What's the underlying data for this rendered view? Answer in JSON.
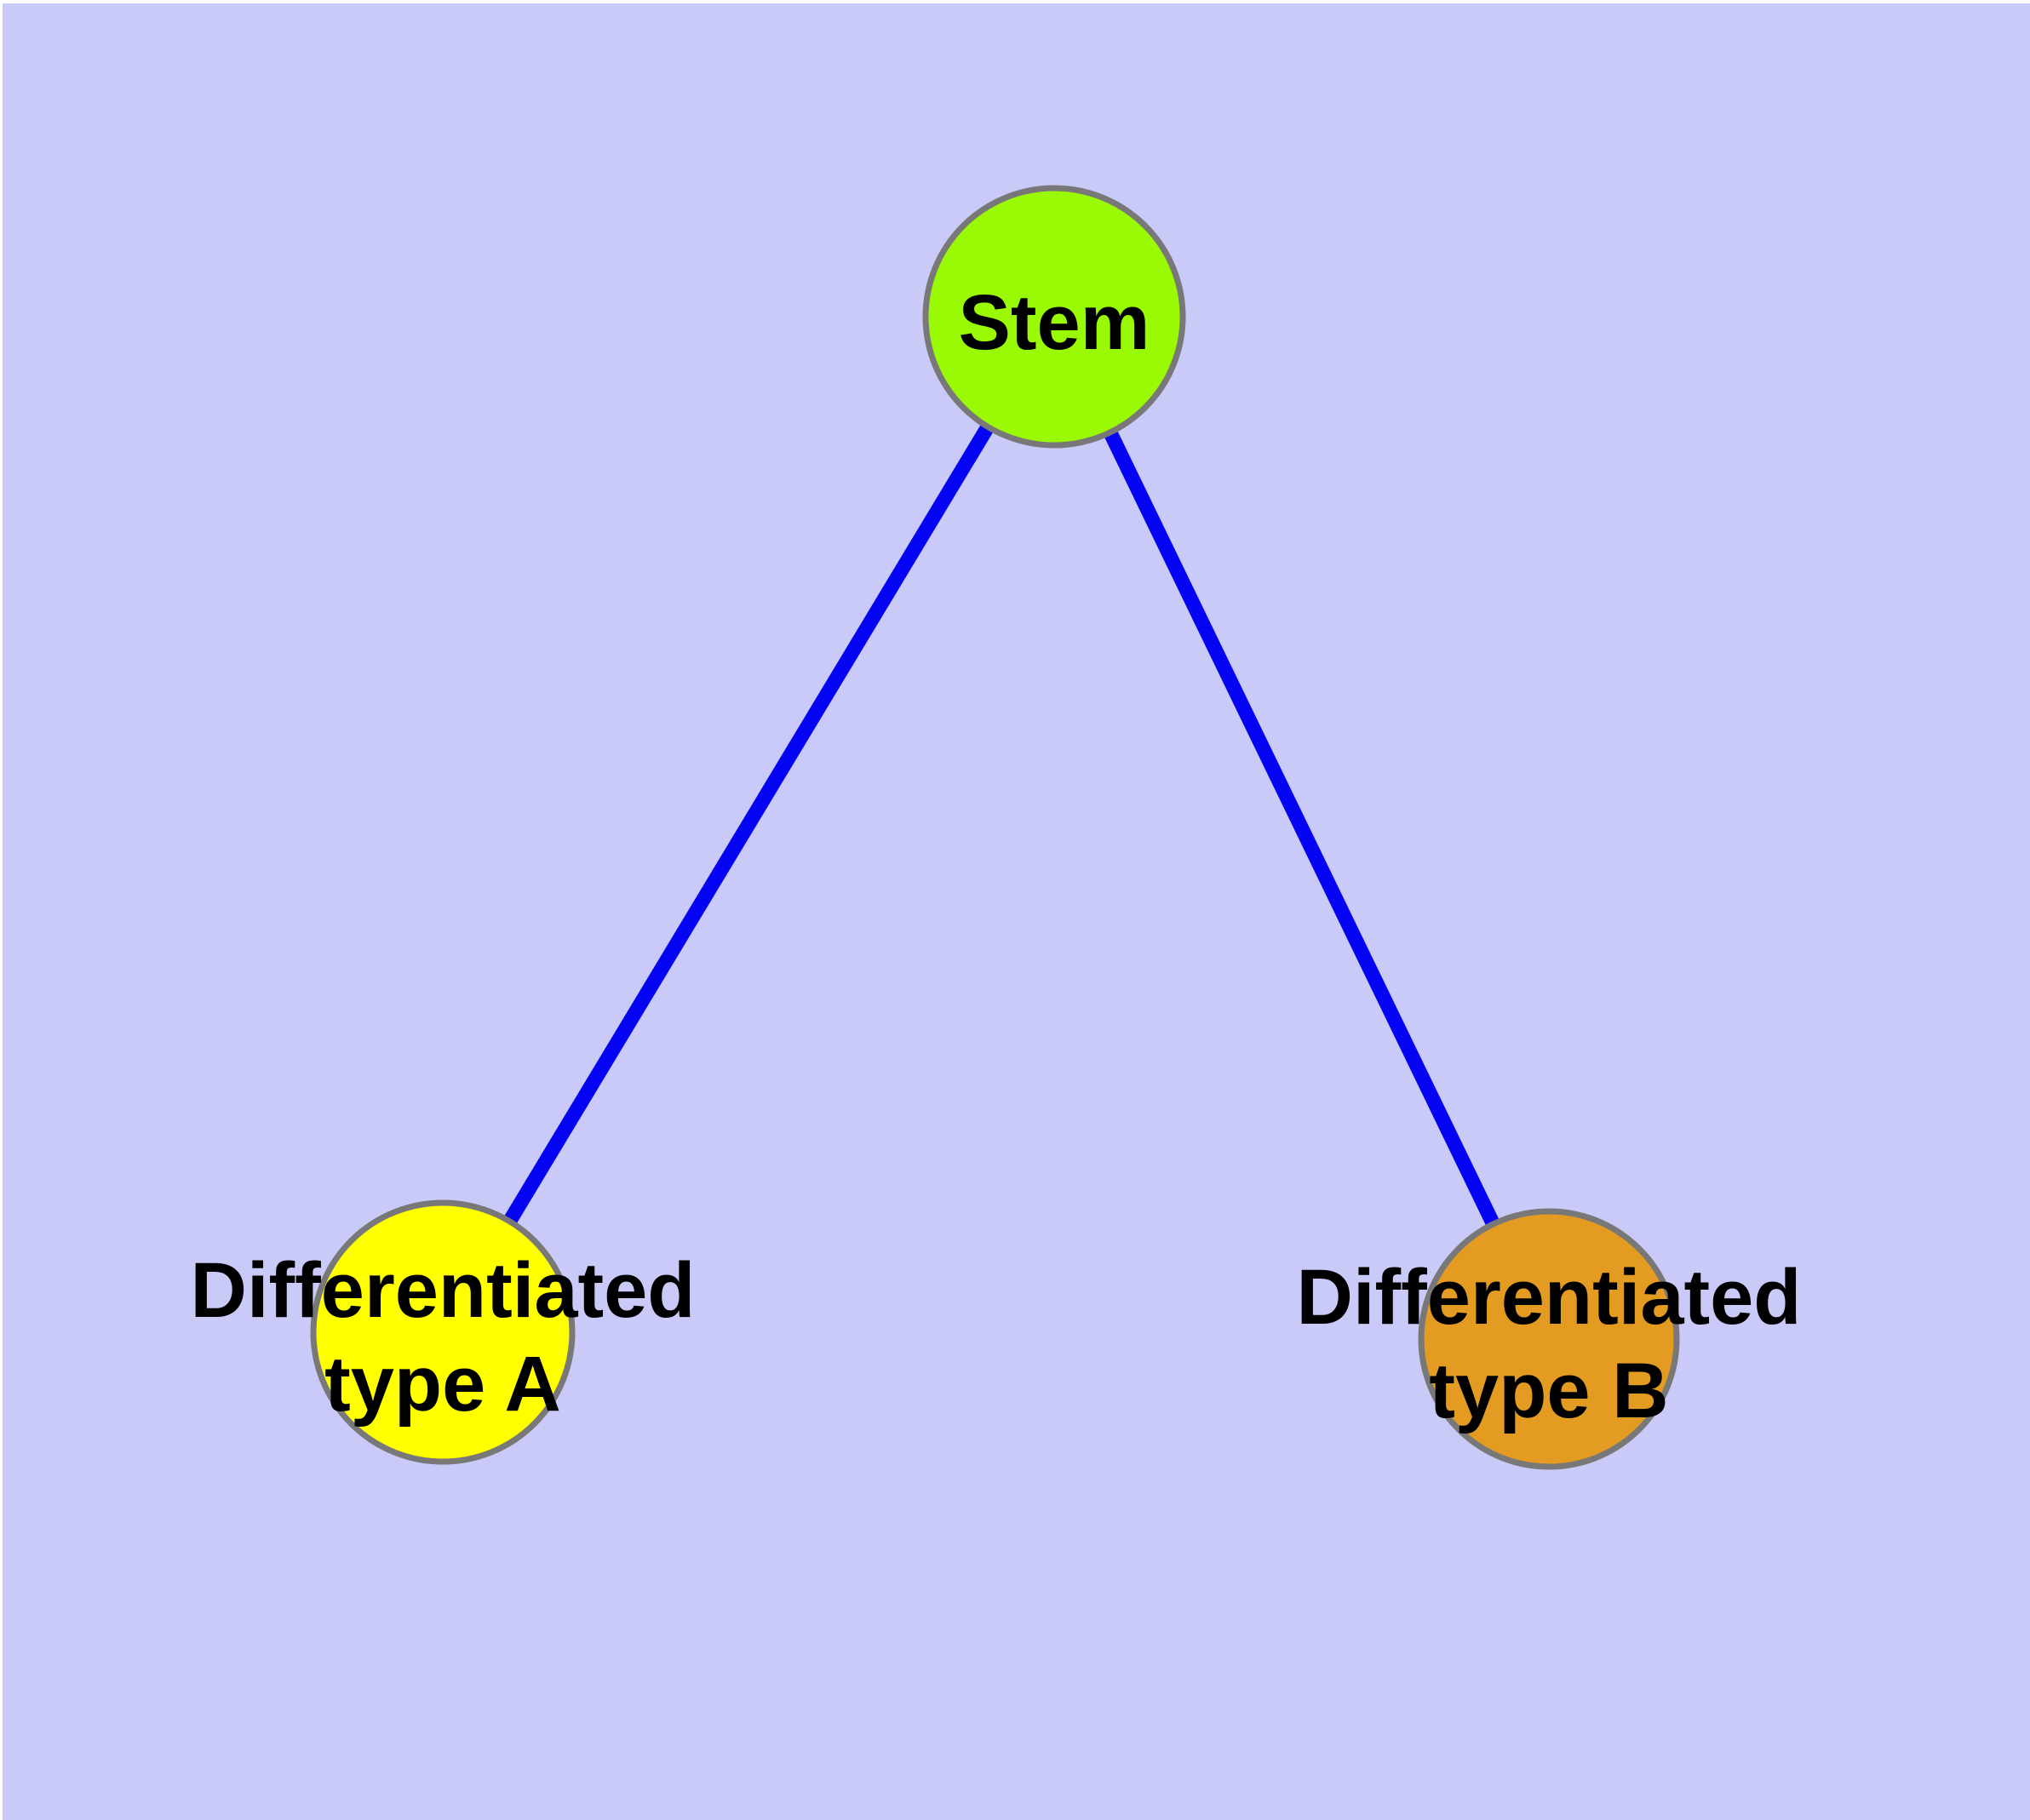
{
  "diagram": {
    "description": "Stem cell differentiation graph with one parent node and two differentiated child nodes connected by blue edges",
    "colors": {
      "page_frame": "#ffffff",
      "background": "#cacaf8",
      "edge": "#0404f2",
      "node_border": "#787878",
      "label_text": "#000000"
    },
    "nodes": [
      {
        "id": "stem",
        "label_lines": [
          "Stem",
          ""
        ],
        "color": "#9afa05"
      },
      {
        "id": "diff-a",
        "label_lines": [
          "Differentiated",
          "type A"
        ],
        "color": "#ffff00"
      },
      {
        "id": "diff-b",
        "label_lines": [
          "Differentiated",
          "type B"
        ],
        "color": "#e39b21"
      }
    ],
    "edges": [
      {
        "from": "stem",
        "to": "diff-a"
      },
      {
        "from": "stem",
        "to": "diff-b"
      }
    ]
  }
}
